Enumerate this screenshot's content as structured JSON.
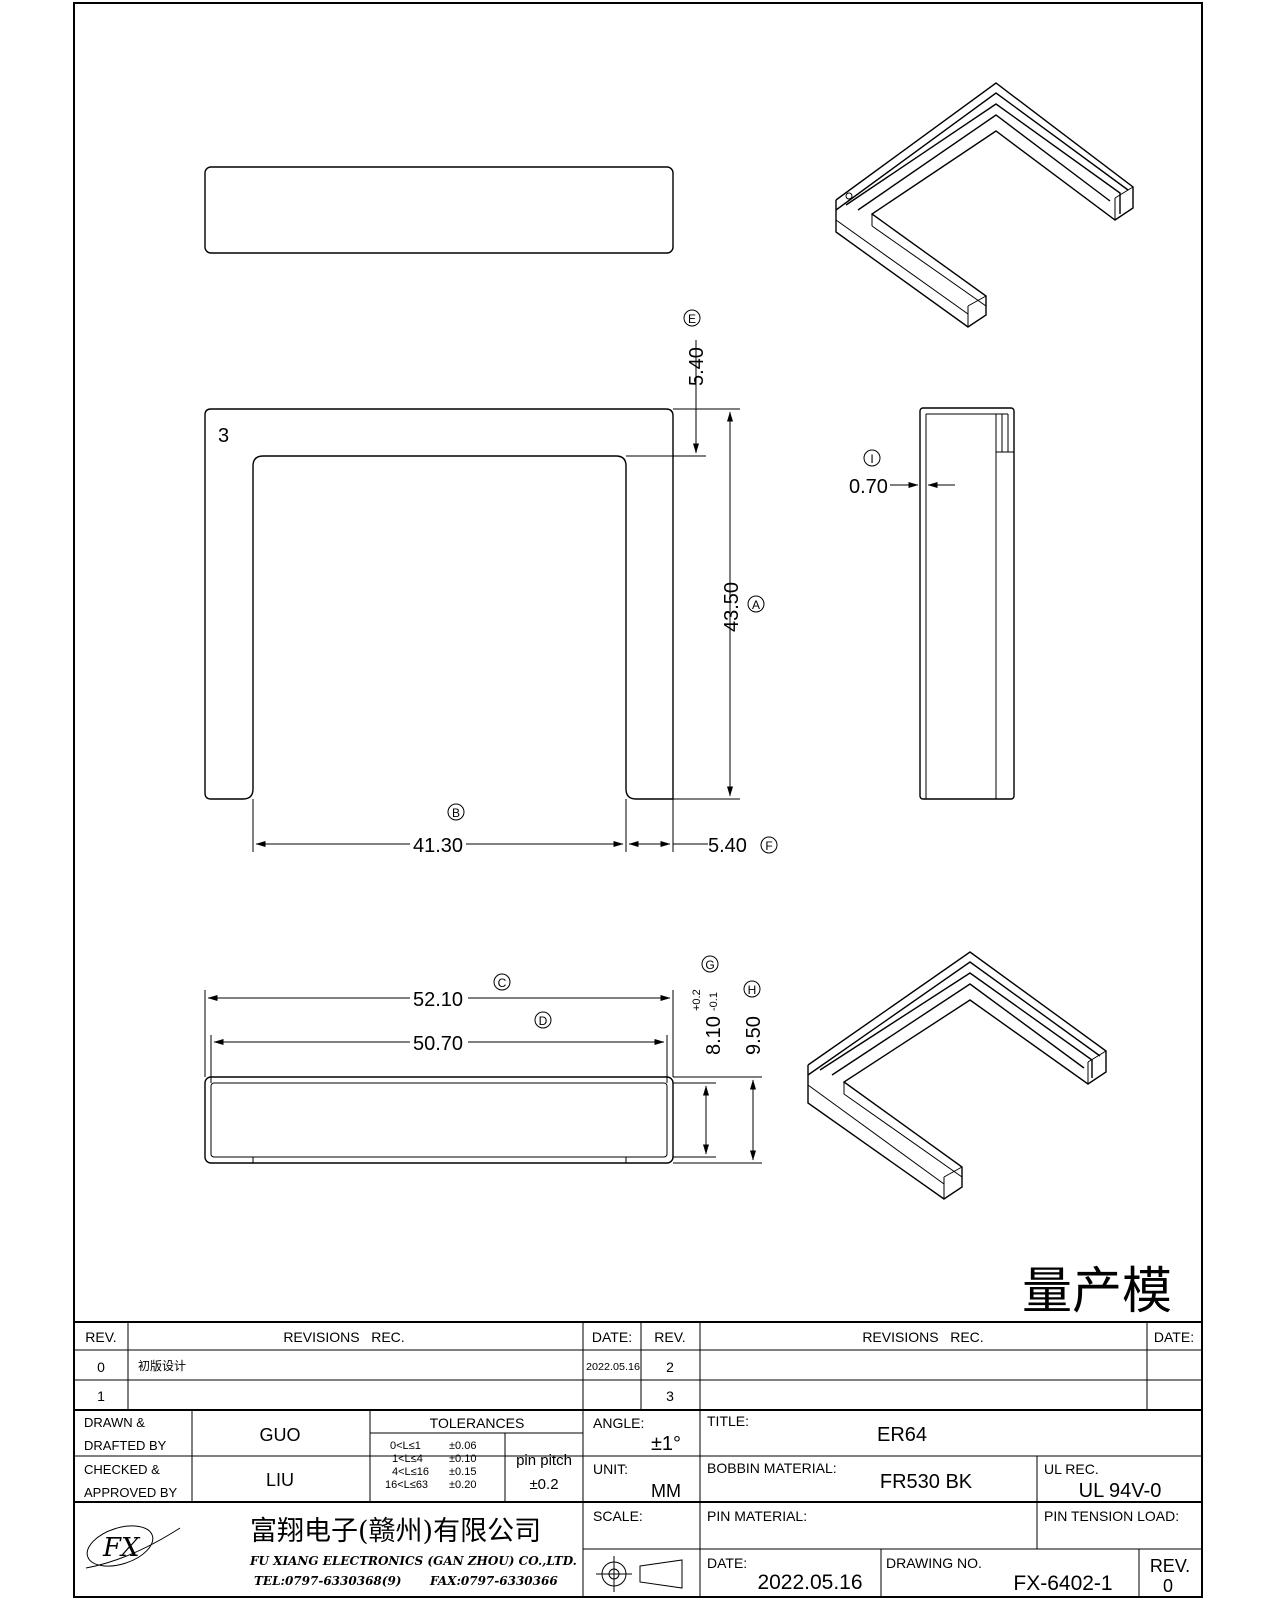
{
  "marks": {
    "part_number": "3",
    "production": "量产模"
  },
  "dimensions": {
    "A": {
      "value": "43.50",
      "label": "A"
    },
    "B": {
      "value": "41.30",
      "label": "B"
    },
    "C": {
      "value": "52.10",
      "label": "C"
    },
    "D": {
      "value": "50.70",
      "label": "D"
    },
    "E": {
      "value": "5.40",
      "label": "E"
    },
    "F": {
      "value": "5.40",
      "label": "F"
    },
    "G": {
      "value": "8.10",
      "tol_plus": "+0.2",
      "tol_minus": "-0.1",
      "label": "G"
    },
    "H": {
      "value": "9.50",
      "label": "H"
    },
    "I": {
      "value": "0.70",
      "label": "I"
    }
  },
  "revisions": {
    "headers": {
      "rev": "REV.",
      "rec": "REVISIONS   REC.",
      "date": "DATE:"
    },
    "rows": [
      {
        "rev": "0",
        "rec": "初版设计",
        "date": "2022.05.16"
      },
      {
        "rev": "1",
        "rec": "",
        "date": ""
      }
    ],
    "right_rows": [
      {
        "rev": "2",
        "rec": "",
        "date": ""
      },
      {
        "rev": "3",
        "rec": "",
        "date": ""
      }
    ]
  },
  "titleblock": {
    "drawn_label_1": "DRAWN &",
    "drawn_label_2": "DRAFTED BY",
    "drawn_value": "GUO",
    "checked_label_1": "CHECKED &",
    "checked_label_2": "APPROVED BY",
    "checked_value": "LIU",
    "tolerances_label": "TOLERANCES",
    "tolerance_rows": [
      {
        "range": "0<L≤1",
        "tol": "±0.06"
      },
      {
        "range": "1<L≤4",
        "tol": "±0.10"
      },
      {
        "range": "4<L≤16",
        "tol": "±0.15"
      },
      {
        "range": "16<L≤63",
        "tol": "±0.20"
      }
    ],
    "pin_pitch_label": "pin pitch",
    "pin_pitch_value": "±0.2",
    "angle_label": "ANGLE:",
    "angle_value": "±1°",
    "unit_label": "UNIT:",
    "unit_value": "MM",
    "scale_label": "SCALE:",
    "title_label": "TITLE:",
    "title_value": "ER64",
    "bobbin_label": "BOBBIN MATERIAL:",
    "bobbin_value": "FR530 BK",
    "ul_label": "UL REC.",
    "ul_value": "UL 94V-0",
    "pin_material_label": "PIN MATERIAL:",
    "pin_tension_label": "PIN TENSION LOAD:",
    "date_label": "DATE:",
    "date_value": "2022.05.16",
    "drawing_no_label": "DRAWING NO.",
    "drawing_no_value": "FX-6402-1",
    "rev_label": "REV.",
    "rev_value": "0"
  },
  "company": {
    "name_cn": "富翔电子(赣州)有限公司",
    "name_en": "FU XIANG ELECTRONICS (GAN ZHOU) CO.,LTD.",
    "tel": "TEL:0797-6330368(9)",
    "fax": "FAX:0797-6330366",
    "logo_text": "FX"
  }
}
